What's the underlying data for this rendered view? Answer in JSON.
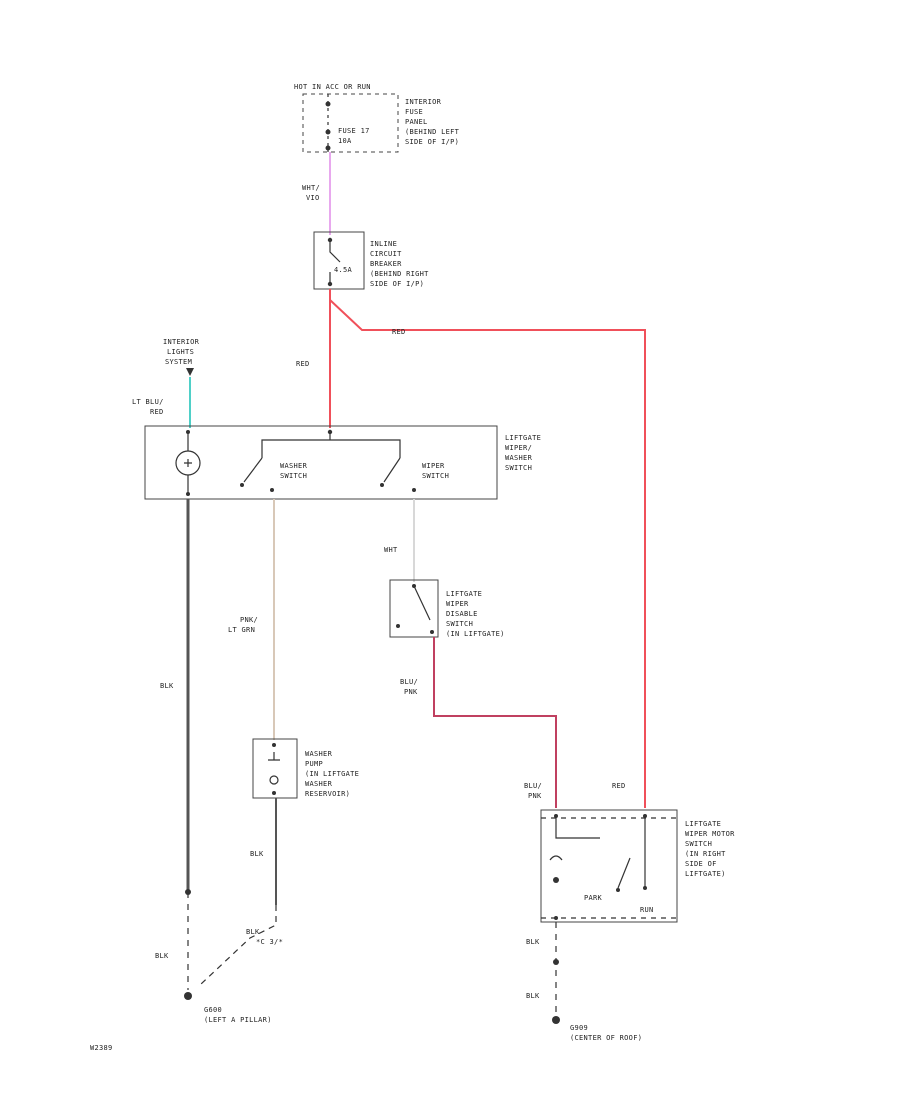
{
  "hot_label": [
    "HOT IN ACC OR RUN"
  ],
  "fuse_panel_label": [
    "INTERIOR",
    "FUSE",
    "PANEL",
    "(BEHIND LEFT",
    "SIDE OF I/P)"
  ],
  "fuse_label": [
    "FUSE 17",
    "10A"
  ],
  "wire_wht_vio": [
    "WHT/",
    "VIO"
  ],
  "breaker_label": [
    "INLINE",
    "CIRCUIT",
    "BREAKER",
    "(BEHIND RIGHT",
    "SIDE OF I/P)"
  ],
  "breaker_rating": "4.5A",
  "wire_red_left": "RED",
  "wire_red_top": "RED",
  "interior_lights_label": [
    "INTERIOR",
    "LIGHTS",
    "SYSTEM"
  ],
  "wire_lt_blu_red": [
    "LT BLU/",
    "RED"
  ],
  "switch_label": [
    "LIFTGATE",
    "WIPER/",
    "WASHER",
    "SWITCH"
  ],
  "washer_switch_label": [
    "WASHER",
    "SWITCH"
  ],
  "wiper_switch_label": [
    "WIPER",
    "SWITCH"
  ],
  "wire_wht": "WHT",
  "disable_switch_label": [
    "LIFTGATE",
    "WIPER",
    "DISABLE",
    "SWITCH",
    "(IN LIFTGATE)"
  ],
  "wire_pnk_ltgrn": [
    "PNK/",
    "LT GRN"
  ],
  "wire_blk_left": "BLK",
  "wire_blu_pnk_1": [
    "BLU/",
    "PNK"
  ],
  "wire_blu_pnk_2": [
    "BLU/",
    "PNK"
  ],
  "wire_red_right": "RED",
  "pump_label": [
    "WASHER",
    "PUMP",
    "(IN LIFTGATE",
    "WASHER",
    "RESERVOIR)"
  ],
  "wire_blk_pump": "BLK",
  "motor_label": [
    "LIFTGATE",
    "WIPER MOTOR",
    "SWITCH",
    "(IN RIGHT",
    "SIDE OF",
    "LIFTGATE)"
  ],
  "park_label": "PARK",
  "run_label": "RUN",
  "wire_blk_g1a": "BLK",
  "wire_blk_g1b": [
    "BLK",
    "*C 3/*"
  ],
  "ground_left_label": [
    "G600",
    "(LEFT A PILLAR)"
  ],
  "wire_blk_g2a": "BLK",
  "wire_blk_g2b": "BLK",
  "ground_right_label": [
    "G909",
    "(CENTER OF ROOF)"
  ],
  "figure_id": "W2389",
  "colors": {
    "violet": "#e8a8ee",
    "red": "#f0505a",
    "lt_blue": "#4fd0c8",
    "blk": "#555555",
    "pnk_ltgrn": "#d8c8b8",
    "wht": "#d8d8d8",
    "blu_pnk": "#c04060"
  }
}
